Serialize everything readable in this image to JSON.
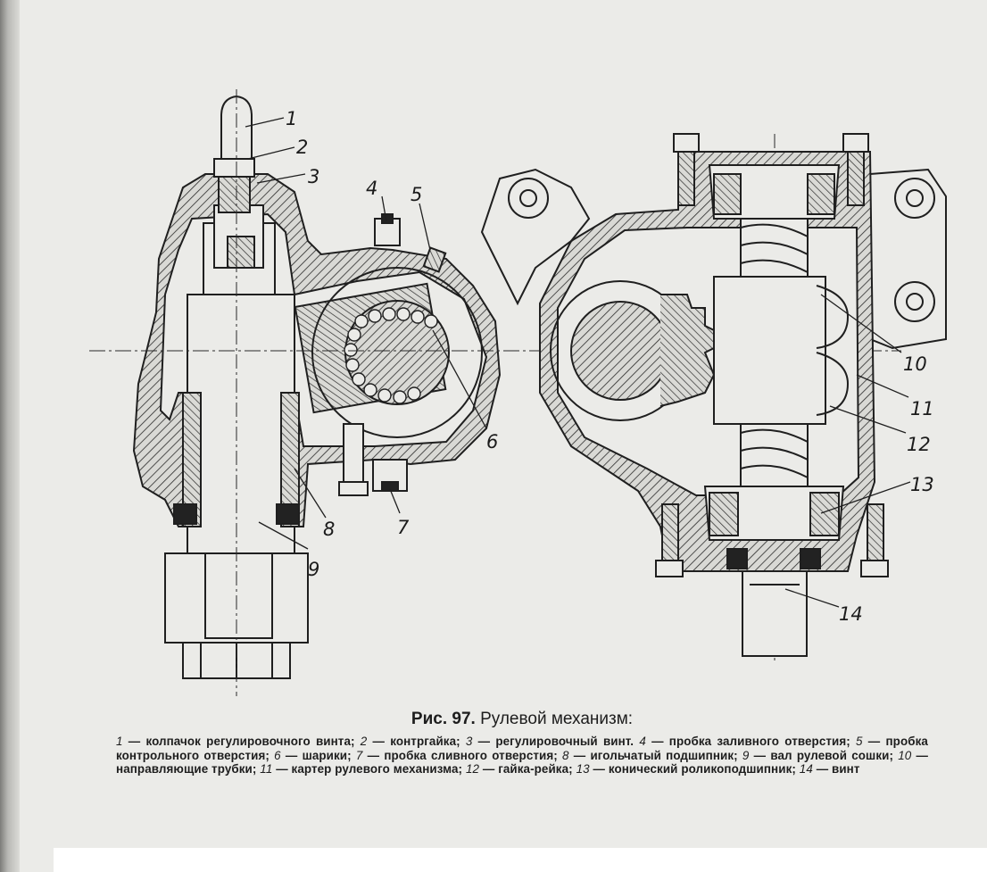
{
  "figure": {
    "number_label": "Рис. 97.",
    "title": "Рулевой механизм:",
    "legend": [
      {
        "num": "1",
        "text": "колпачок регулировочного винта;"
      },
      {
        "num": "2",
        "text": "контргайка;"
      },
      {
        "num": "3",
        "text": "регулировочный винт."
      },
      {
        "num": "4",
        "text": "пробка заливного отверстия;"
      },
      {
        "num": "5",
        "text": "пробка контрольного отверстия;"
      },
      {
        "num": "6",
        "text": "шарики;"
      },
      {
        "num": "7",
        "text": "пробка сливного отверстия;"
      },
      {
        "num": "8",
        "text": "игольчатый подшипник;"
      },
      {
        "num": "9",
        "text": "вал рулевой сошки;"
      },
      {
        "num": "10",
        "text": "направляющие трубки;"
      },
      {
        "num": "11",
        "text": "картер рулевого механизма;"
      },
      {
        "num": "12",
        "text": "гайка-рейка;"
      },
      {
        "num": "13",
        "text": "конический роликоподшипник;"
      },
      {
        "num": "14",
        "text": "винт"
      }
    ]
  },
  "callouts": [
    "1",
    "2",
    "3",
    "4",
    "5",
    "6",
    "7",
    "8",
    "9",
    "10",
    "11",
    "12",
    "13",
    "14"
  ]
}
